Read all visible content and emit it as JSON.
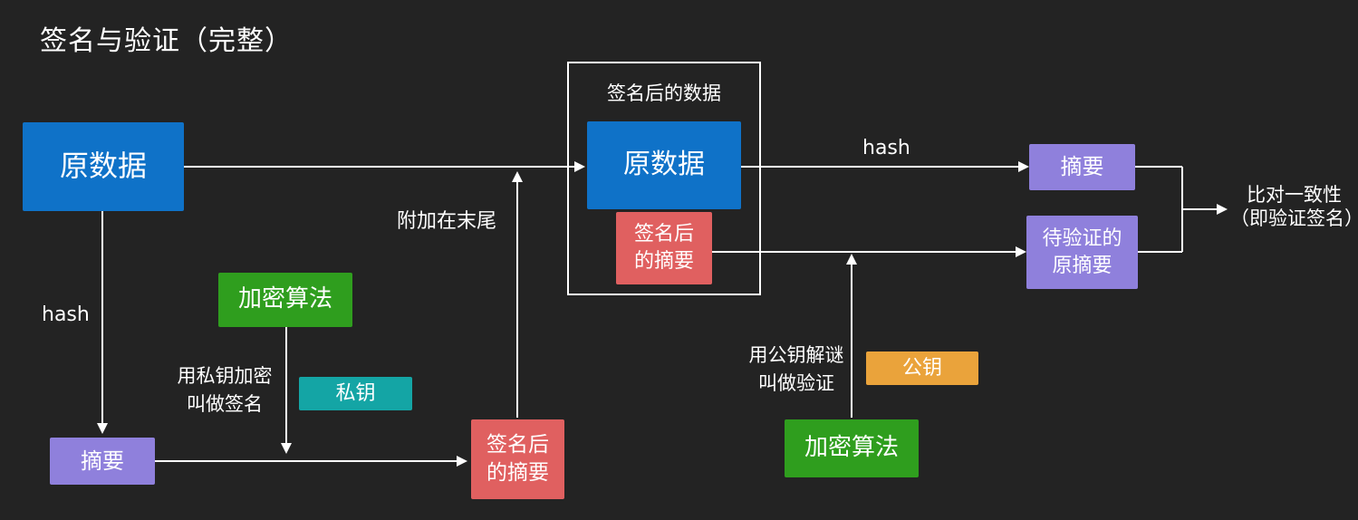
{
  "title": "签名与验证（完整）",
  "left": {
    "source": "原数据",
    "hash_label": "hash",
    "digest": "摘要",
    "encrypt": "加密算法",
    "sign_note_1": "用私钥加密",
    "sign_note_2": "叫做签名",
    "private_key": "私钥",
    "signed_digest_1": "签名后",
    "signed_digest_2": "的摘要",
    "append_note": "附加在末尾"
  },
  "center": {
    "container_label": "签名后的数据",
    "source": "原数据",
    "signed_digest_1": "签名后",
    "signed_digest_2": "的摘要"
  },
  "right": {
    "hash_label": "hash",
    "digest": "摘要",
    "verify_digest_1": "待验证的",
    "verify_digest_2": "原摘要",
    "public_key": "公钥",
    "verify_note_1": "用公钥解谜",
    "verify_note_2": "叫做验证",
    "encrypt": "加密算法",
    "compare_1": "比对一致性",
    "compare_2": "（即验证签名）"
  },
  "colors": {
    "background": "#232323",
    "blue": "#0f72c8",
    "purple": "#8f80dc",
    "green": "#2f9e1e",
    "teal": "#14a5a5",
    "red": "#e06060",
    "orange": "#eaa33b",
    "line": "#ffffff"
  }
}
